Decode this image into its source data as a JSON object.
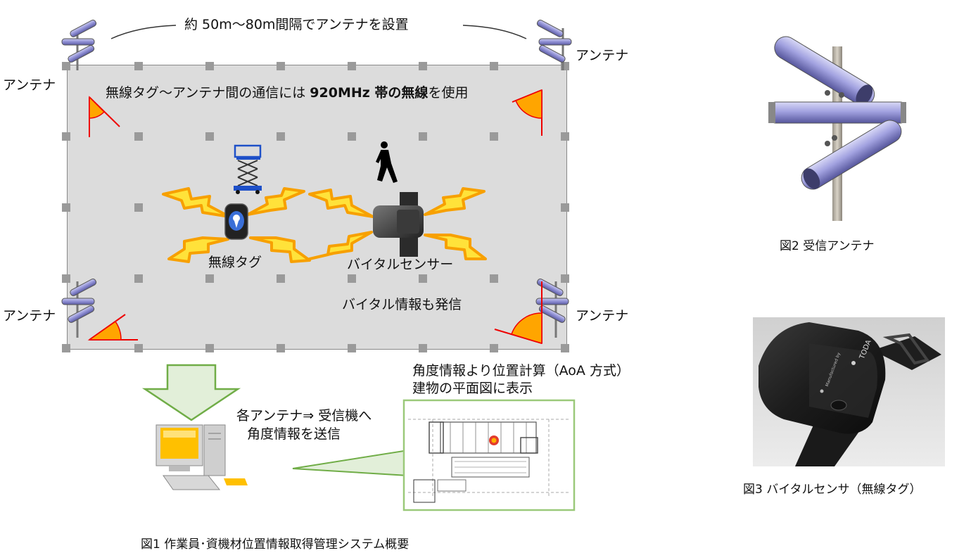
{
  "fig1": {
    "spacing_note": "約 50m〜80m間隔でアンテナを設置",
    "antenna_label": "アンテナ",
    "radio_note_pre": "無線タグ〜アンテナ間の通信には ",
    "radio_note_bold": "920MHz 帯の無線",
    "radio_note_post": "を使用",
    "tag_label": "無線タグ",
    "sensor_label": "バイタルセンサー",
    "vital_note": "バイタル情報も発信",
    "send_note_line1": "各アンテナ⇒ 受信機へ",
    "send_note_line2": "角度情報を送信",
    "calc_note_line1": "角度情報より位置計算（AoA 方式）",
    "calc_note_line2": "建物の平面図に表示",
    "caption": "図1  作業員･資機材位置情報取得管理システム概要"
  },
  "fig2": {
    "caption": "図2  受信アンテナ"
  },
  "fig3": {
    "caption": "図3  バイタルセンサ（無線タグ）",
    "brand": "TODA",
    "mark": "Manufactured by"
  },
  "colors": {
    "area": "#dcdcdc",
    "node": "#9a9a9a",
    "bolt": "#f7a400",
    "bolt_inner": "#ffe23a",
    "arrow": "#70ad47",
    "arrow_fill": "#e2efd9",
    "antenna": "#9a9ad6"
  }
}
